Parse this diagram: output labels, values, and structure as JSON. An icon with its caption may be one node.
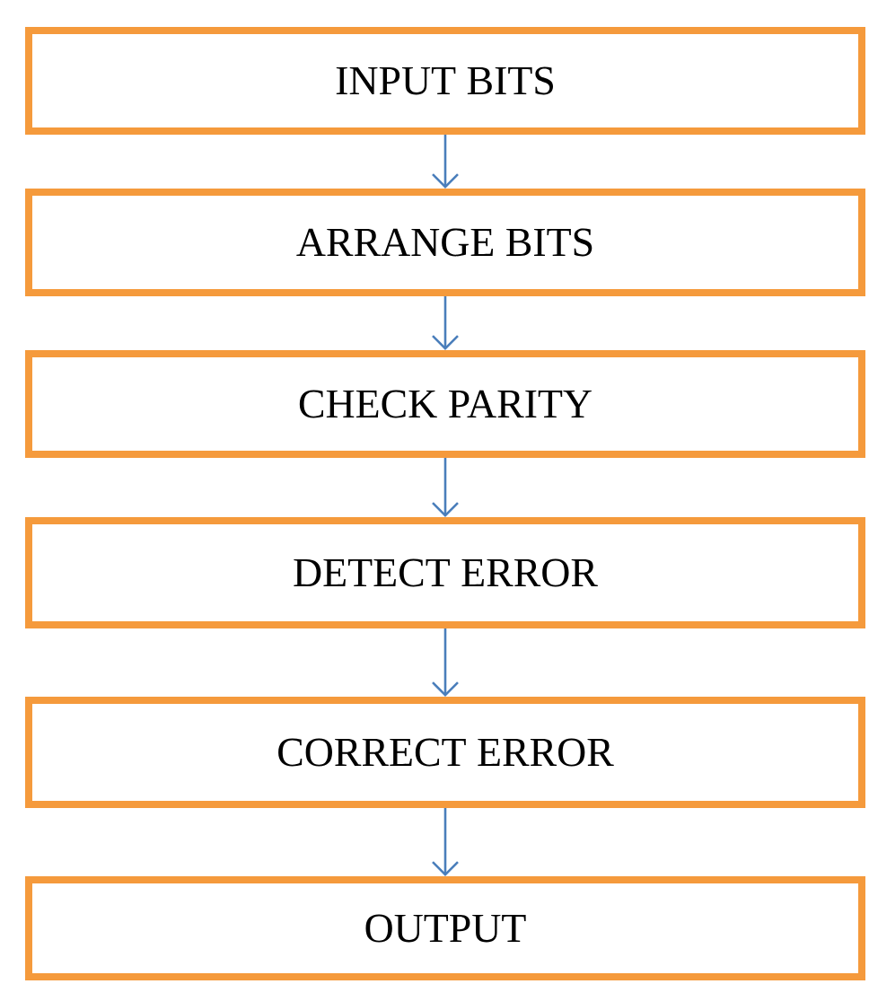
{
  "diagram": {
    "nodes": [
      {
        "text": [
          "INPUT BITS"
        ]
      },
      {
        "text": [
          "ARRANGE BITS"
        ]
      },
      {
        "text": [
          "CHECK PARITY"
        ]
      },
      {
        "text": [
          "DETECT ERROR"
        ]
      },
      {
        "text": [
          "CORRECT ERROR"
        ]
      },
      {
        "text": [
          "OUTPUT"
        ]
      }
    ],
    "edges": [
      {
        "from": 0,
        "to": 1,
        "arrow": "to"
      },
      {
        "from": 1,
        "to": 2,
        "arrow": "to"
      },
      {
        "from": 2,
        "to": 3,
        "arrow": "to"
      },
      {
        "from": 3,
        "to": 4,
        "arrow": "to"
      },
      {
        "from": 4,
        "to": 5,
        "arrow": "to"
      }
    ]
  }
}
